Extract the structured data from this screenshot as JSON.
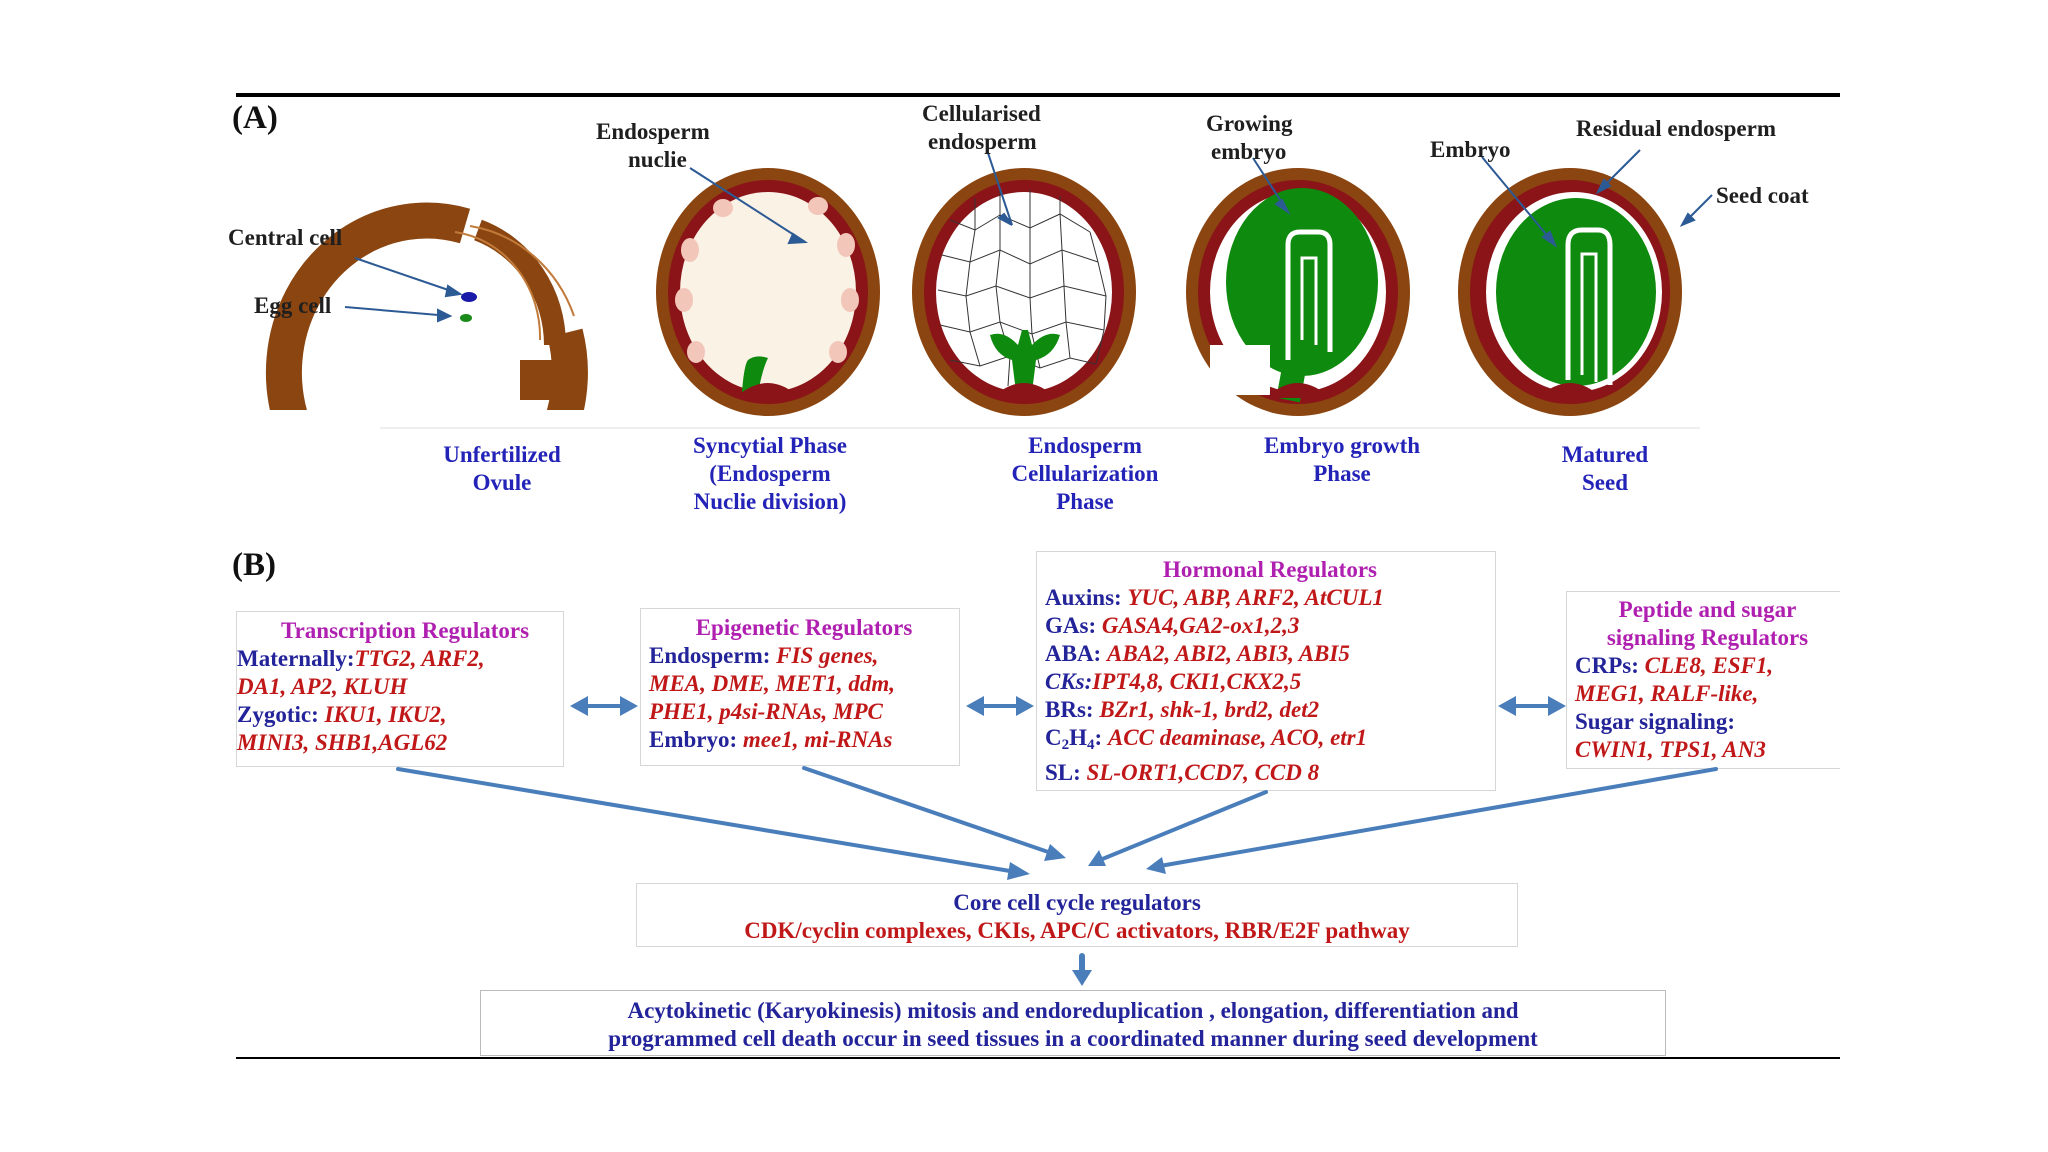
{
  "panels": {
    "a": "(A)",
    "b": "(B)"
  },
  "labels": {
    "central_cell": "Central cell",
    "egg_cell": "Egg cell",
    "endosperm_nuclie_1": "Endosperm",
    "endosperm_nuclie_2": "nuclie",
    "cellularised_1": "Cellularised",
    "cellularised_2": "endosperm",
    "growing_1": "Growing",
    "growing_2": "embryo",
    "embryo": "Embryo",
    "residual": "Residual endosperm",
    "seed_coat": "Seed coat"
  },
  "stages": [
    [
      "Unfertilized",
      "Ovule"
    ],
    [
      "Syncytial Phase",
      "(Endosperm",
      "Nuclie division)"
    ],
    [
      "Endosperm",
      "Cellularization",
      "Phase"
    ],
    [
      "Embryo  growth",
      "Phase"
    ],
    [
      "Matured",
      "Seed"
    ]
  ],
  "boxes": {
    "transcription": {
      "title": "Transcription Regulators",
      "l1_label": "Maternally:",
      "l1_vals": "TTG2,  ARF2,",
      "l2_vals": "DA1, AP2,    KLUH",
      "l3_label": "Zygotic: ",
      "l3_vals": "IKU1, IKU2,",
      "l4_vals": "MINI3, SHB1,AGL62"
    },
    "epigenetic": {
      "title": "Epigenetic Regulators",
      "l1_label": "Endosperm: ",
      "l1_vals": "FIS genes,",
      "l2_vals": "MEA, DME, MET1, ddm,",
      "l3_vals": "PHE1, p4si-RNAs, MPC",
      "l4_label": "Embryo: ",
      "l4_vals": "mee1, mi-RNAs"
    },
    "hormonal": {
      "title": "Hormonal Regulators",
      "auxins_label": "Auxins: ",
      "auxins_vals": "YUC, ABP, ARF2, AtCUL1",
      "gas_label": "GAs: ",
      "gas_vals": "GASA4,GA2-ox1,2,3",
      "aba_label": "ABA: ",
      "aba_vals": "ABA2, ABI2, ABI3, ABI5",
      "cks_label": "CKs:",
      "cks_vals": "IPT4,8, CKI1,CKX2,5",
      "brs_label": "BRs: ",
      "brs_vals": "BZr1, shk-1, brd2, det2",
      "c2h4_c": "C",
      "c2h4_2": "2",
      "c2h4_h": "H",
      "c2h4_4": "4",
      "c2h4_colon": ": ",
      "c2h4_vals": "ACC deaminase, ACO, etr1",
      "sl_label": "SL:  ",
      "sl_vals": "SL-ORT1,CCD7, CCD 8"
    },
    "peptide": {
      "title_1": "Peptide and sugar",
      "title_2": "signaling Regulators",
      "crps_label": "CRPs: ",
      "crps_vals": "CLE8, ESF1,",
      "l2_vals": "MEG1, RALF-like,",
      "sugar_label": "Sugar signaling:",
      "l4_vals": "CWIN1, TPS1, AN3"
    }
  },
  "core": {
    "title": "Core cell cycle regulators",
    "sub": "CDK/cyclin complexes, CKIs, APC/C activators, RBR/E2F pathway"
  },
  "result": {
    "l1": "Acytokinetic  (Karyokinesis) mitosis and endoreduplication , elongation, differentiation  and",
    "l2": "programmed cell death occur in seed tissues  in  a coordinated manner during seed development"
  },
  "colors": {
    "seed_coat": "#8a4510",
    "endosperm_ring": "#8b1418",
    "embryo": "#0e8a0e",
    "arrow": "#4a7ebb",
    "stage_text": "#2323b8",
    "regulator_title": "#b020b0",
    "gene_text": "#c01818",
    "label_text": "#23239a"
  }
}
